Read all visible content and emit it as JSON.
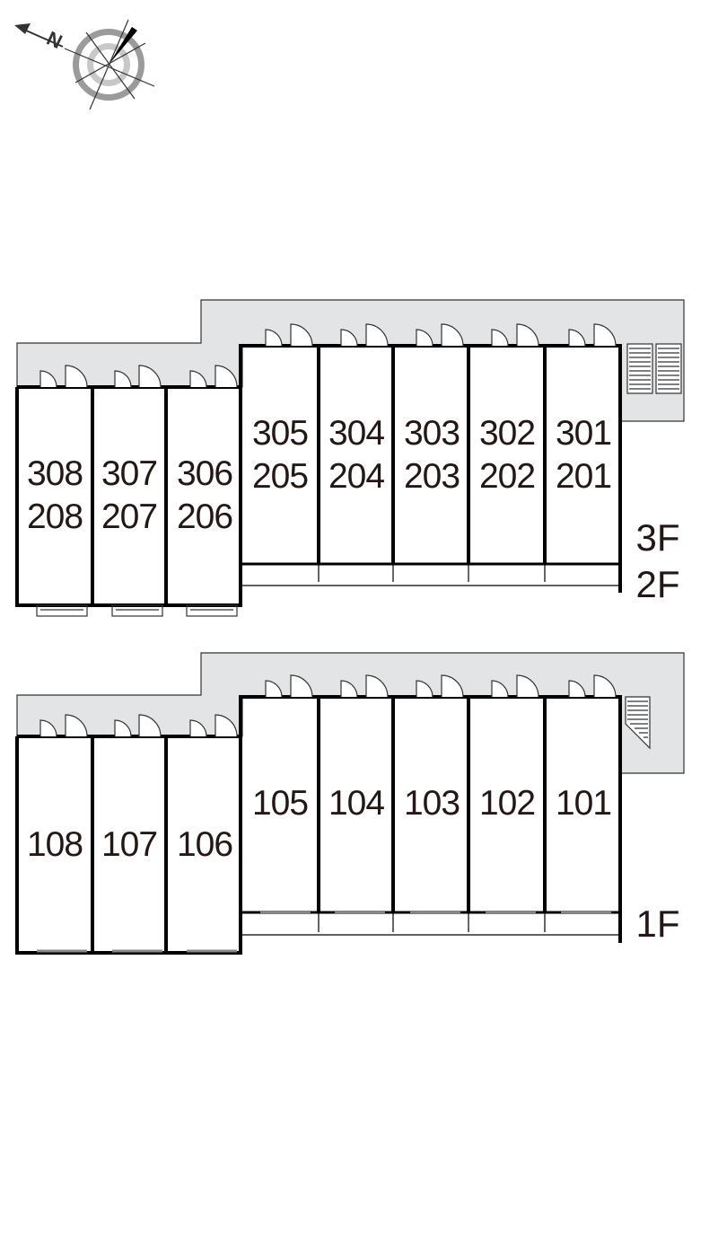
{
  "compass": {
    "north_label": "N",
    "icon": "compass-rose-icon"
  },
  "upper_block": {
    "left_units": [
      {
        "top": "308",
        "bottom": "208"
      },
      {
        "top": "307",
        "bottom": "207"
      },
      {
        "top": "306",
        "bottom": "206"
      }
    ],
    "right_units": [
      {
        "top": "305",
        "bottom": "205"
      },
      {
        "top": "304",
        "bottom": "204"
      },
      {
        "top": "303",
        "bottom": "203"
      },
      {
        "top": "302",
        "bottom": "202"
      },
      {
        "top": "301",
        "bottom": "201"
      }
    ],
    "floor_labels": [
      "3F",
      "2F"
    ]
  },
  "lower_block": {
    "left_units": [
      "108",
      "107",
      "106"
    ],
    "right_units": [
      "105",
      "104",
      "103",
      "102",
      "101"
    ],
    "floor_labels": [
      "1F"
    ]
  },
  "colors": {
    "corridor": "#e3e4e5",
    "wall": "#000000",
    "text": "#231815"
  }
}
